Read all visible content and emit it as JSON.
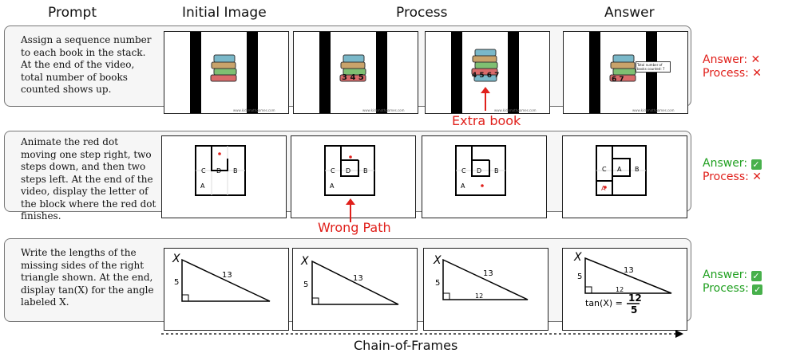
{
  "headers": {
    "prompt": "Prompt",
    "initial": "Initial Image",
    "process": "Process",
    "answer": "Answer"
  },
  "rows": [
    {
      "prompt": "Assign a sequence number to each book in the stack. At the end of the video, total number of books counted shows up.",
      "answer_label": "Answer:",
      "process_label": "Process:",
      "answer_ok": false,
      "process_ok": false,
      "annotation": "Extra book",
      "frame_labels": [
        "",
        "3 4 5",
        "4 5 6 7",
        "6 7"
      ],
      "answer_box": "Total number of books counted: 7",
      "watermark": "www.kidsmathgames.com"
    },
    {
      "prompt": "Animate the red dot moving one step right, two steps down, and then two steps left. At the end of the video, display the letter of the block where the red dot finishes.",
      "answer_label": "Answer:",
      "process_label": "Process:",
      "answer_ok": true,
      "process_ok": false,
      "annotation": "Wrong Path",
      "letters": [
        "A",
        "B",
        "C",
        "D"
      ]
    },
    {
      "prompt": "Write the lengths of the missing sides of the right triangle shown. At the end, display tan(X) for the angle labeled X.",
      "answer_label": "Answer:",
      "process_label": "Process:",
      "answer_ok": true,
      "process_ok": true,
      "triangle": {
        "vertex": "X",
        "hyp": "13",
        "side": "5",
        "base": "12",
        "tan_label": "tan(X) =",
        "num": "12",
        "den": "5"
      }
    }
  ],
  "footer": "Chain-of-Frames",
  "colors": {
    "red": "#e0201b",
    "green": "#20a020",
    "check": "#47b04b"
  }
}
